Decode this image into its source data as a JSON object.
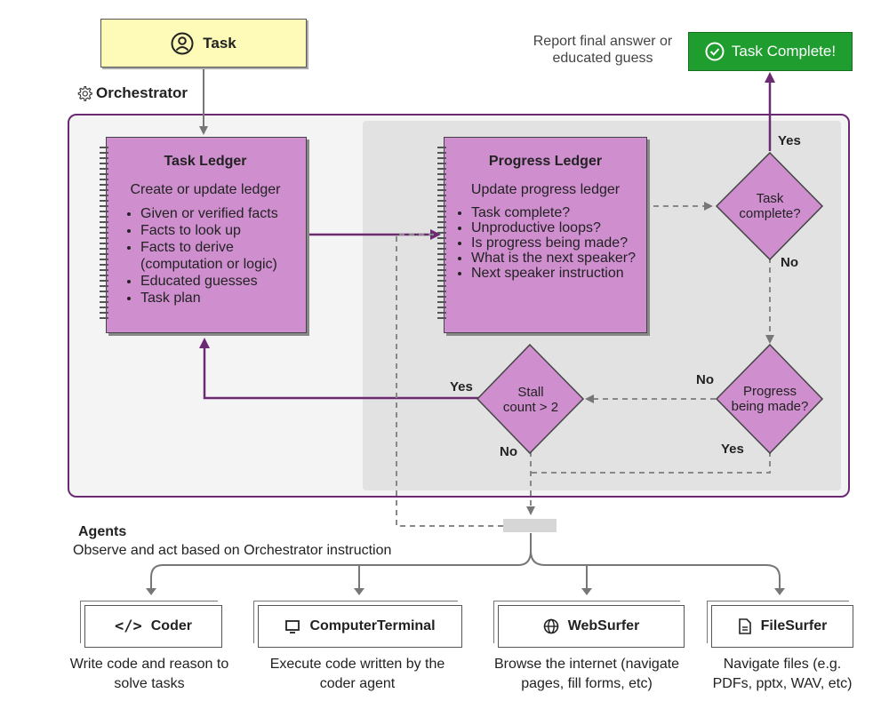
{
  "task": {
    "label": "Task"
  },
  "orchestrator": {
    "label": "Orchestrator"
  },
  "task_ledger": {
    "title": "Task Ledger",
    "subtitle": "Create or update ledger",
    "items": [
      "Given or verified facts",
      "Facts to look up",
      "Facts to derive (computation or logic)",
      "Educated guesses",
      "Task plan"
    ]
  },
  "progress_ledger": {
    "title": "Progress Ledger",
    "subtitle": "Update progress ledger",
    "items": [
      "Task complete?",
      "Unproductive loops?",
      "Is progress being made?",
      "What is the next speaker?",
      "Next speaker instruction"
    ]
  },
  "decisions": {
    "task_complete": "Task complete?",
    "progress_made": "Progress being made?",
    "stall_count": "Stall count > 2"
  },
  "edge_labels": {
    "yes_top": "Yes",
    "no_right": "No",
    "no_progress": "No",
    "yes_progress": "Yes",
    "yes_stall": "Yes",
    "no_stall": "No"
  },
  "final": {
    "report": "Report final answer or educated guess",
    "complete": "Task Complete!"
  },
  "agents": {
    "title": "Agents",
    "subtitle": "Observe and act based on Orchestrator instruction",
    "list": [
      {
        "name": "Coder",
        "icon": "code-icon",
        "desc": "Write code and reason to solve tasks"
      },
      {
        "name": "ComputerTerminal",
        "icon": "terminal-icon",
        "desc": "Execute code written by the coder agent"
      },
      {
        "name": "WebSurfer",
        "icon": "globe-icon",
        "desc": "Browse the internet (navigate pages, fill forms, etc)"
      },
      {
        "name": "FileSurfer",
        "icon": "file-icon",
        "desc": "Navigate files (e.g. PDFs, pptx, WAV, etc)"
      }
    ]
  },
  "colors": {
    "purple": "#6b2a72",
    "ledger": "#cf8fcf",
    "task": "#fdfbb7",
    "complete": "#1f9e2f"
  }
}
